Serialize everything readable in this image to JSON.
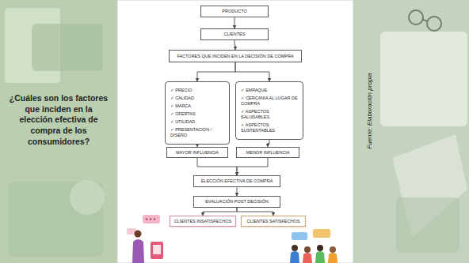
{
  "diagram": {
    "nodes": [
      {
        "text": [
          "PRODUCTO"
        ]
      },
      {
        "text": [
          "CLIENTES"
        ]
      },
      {
        "text": [
          "FACTORES QUE INCIDEN EN LA DECISIÓN DE COMPRA"
        ]
      },
      {
        "text": [
          "✓ PRECIO",
          "✓ CALIDAD",
          "✓ MARCA",
          "✓ OFERTAS",
          "✓ UTILIDAD",
          "✓ PRESENTACION / DISEÑO"
        ]
      },
      {
        "text": [
          "✓ EMPAQUE",
          "✓ CERCANIA AL LUGAR DE COMPRA",
          "✓ ASPECTOS SALUDABLES",
          "✓ ASPECTOS SUSTENTABLES"
        ]
      },
      {
        "text": [
          "MAYOR INFLUENCIA"
        ]
      },
      {
        "text": [
          "MENOR INFLUENCIA"
        ]
      },
      {
        "text": [
          "ELECCIÓN EFECTIVA DE COMPRA"
        ]
      },
      {
        "text": [
          "EVALUACIÓN POST DECISIÓN"
        ]
      },
      {
        "text": [
          "CLIENTES INSATISFECHOS"
        ]
      },
      {
        "text": [
          "CLIENTES SATISFECHOS"
        ]
      }
    ],
    "edges": [
      {
        "from": 0,
        "to": 1,
        "arrow": "to"
      },
      {
        "from": 1,
        "to": 2,
        "arrow": "to"
      },
      {
        "from": 2,
        "to": 3,
        "arrow": "to"
      },
      {
        "from": 2,
        "to": 4,
        "arrow": "to"
      },
      {
        "from": 3,
        "to": 5,
        "arrow": "to"
      },
      {
        "from": 4,
        "to": 6,
        "arrow": "to"
      },
      {
        "from": 5,
        "to": 7,
        "arrow": "to"
      },
      {
        "from": 6,
        "to": 7,
        "arrow": "to"
      },
      {
        "from": 7,
        "to": 8,
        "arrow": "to"
      },
      {
        "from": 8,
        "to": 9,
        "arrow": "to"
      },
      {
        "from": 8,
        "to": 10,
        "arrow": "to"
      }
    ],
    "labels": [
      "¿Cuáles son los factores que inciden en la elección efectiva de compra de los consumidores?",
      "Fuente: Elaboración propia"
    ]
  }
}
